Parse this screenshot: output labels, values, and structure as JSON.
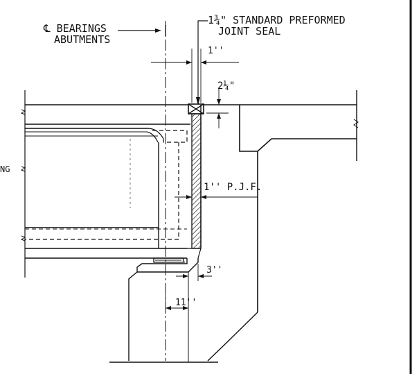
{
  "labels": {
    "bearings_line1": "℄ BEARINGS",
    "bearings_line2": "ABUTMENTS",
    "seal_line1": "1¾\" STANDARD PREFORMED",
    "seal_line2": "JOINT SEAL",
    "dim_1in": "1''",
    "dim_2_1_4": "2¼\"",
    "pjf": "1'' P.J.F.",
    "dim_3in": "3''",
    "dim_11in": "11''",
    "edge_fragment": "NG"
  }
}
